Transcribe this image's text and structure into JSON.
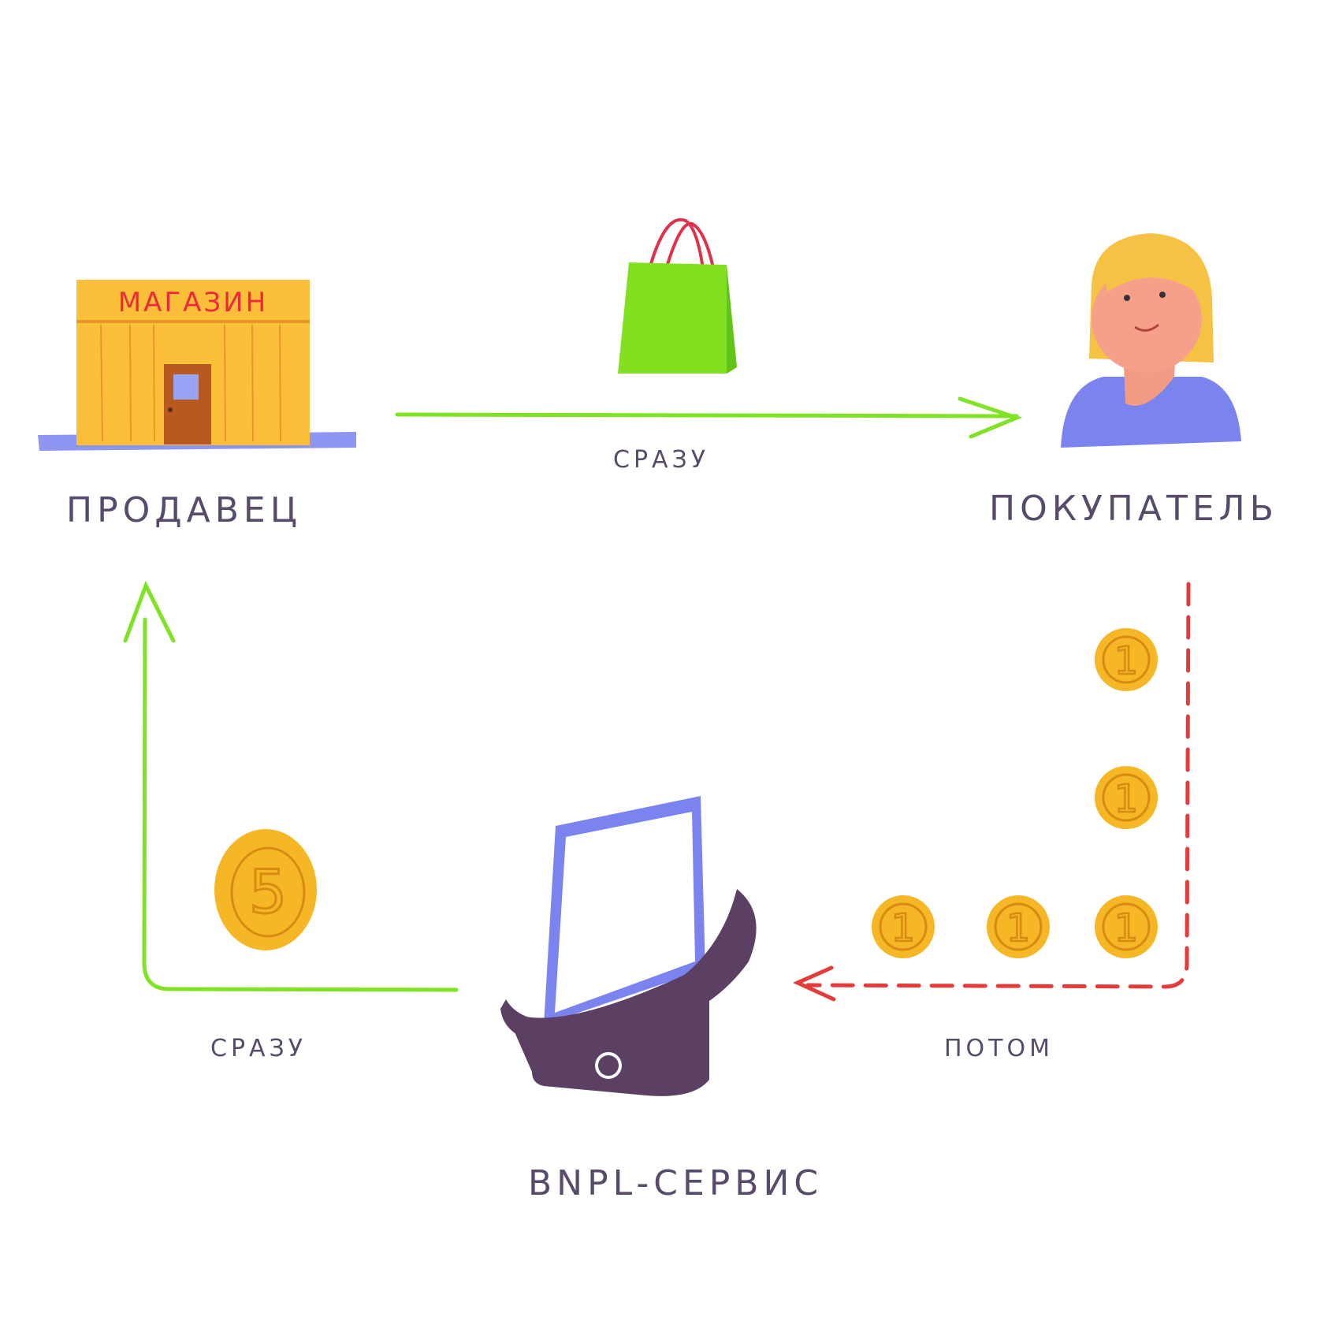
{
  "nodes": {
    "seller": {
      "label": "ПРОДАВЕЦ",
      "sign": "МАГАЗИН"
    },
    "buyer": {
      "label": "ПОКУПАТЕЛЬ"
    },
    "service": {
      "label": "BNPL-СЕРВИС"
    }
  },
  "edges": {
    "seller_to_buyer": {
      "label": "СРАЗУ"
    },
    "service_to_seller": {
      "label": "СРАЗУ",
      "coin": "5"
    },
    "buyer_to_service": {
      "label": "ПОТОМ",
      "coin": "1"
    }
  },
  "colors": {
    "text": "#574a6b",
    "green": "#7fe324",
    "red": "#e43b3b",
    "coin": "#f6b726",
    "shop": "#fbbf3a",
    "purple": "#7b84ee",
    "dark": "#5b4063"
  }
}
